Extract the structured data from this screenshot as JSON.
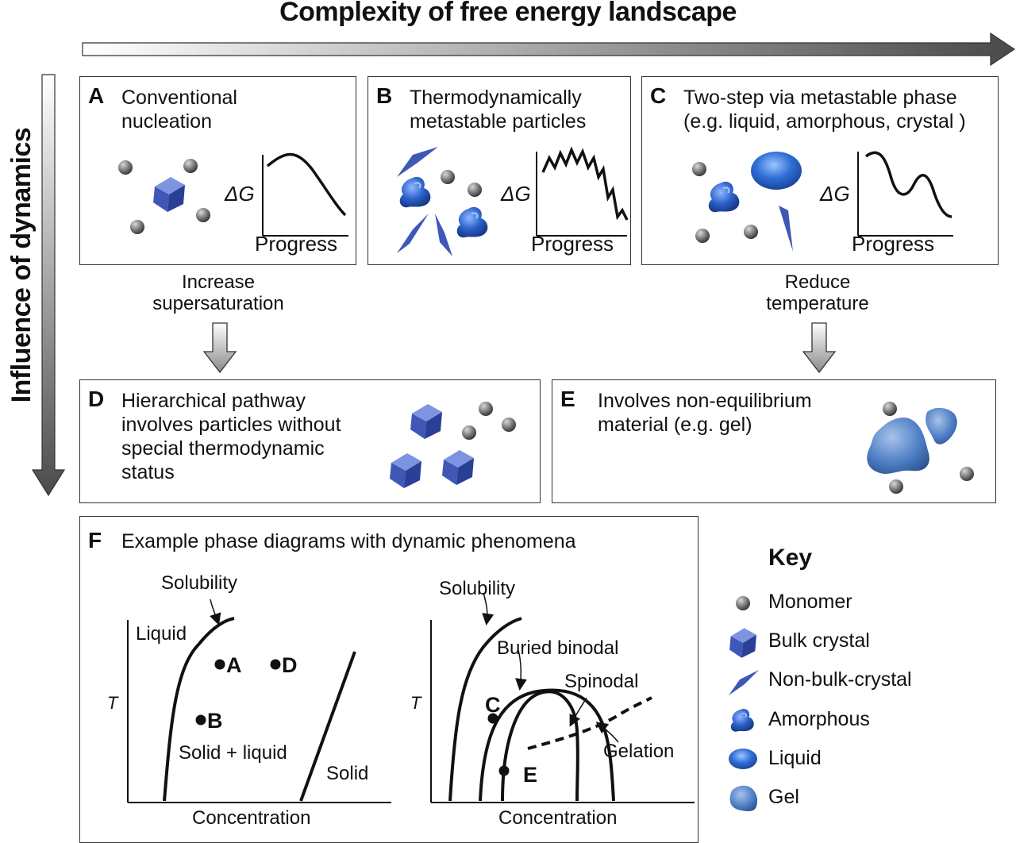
{
  "header": {
    "title": "Complexity of free energy landscape"
  },
  "side": {
    "title": "Influence of dynamics"
  },
  "panels": {
    "a": {
      "letter": "A",
      "title": "Conventional\nnucleation",
      "ylabel": "ΔG",
      "xlabel": "Progress"
    },
    "b": {
      "letter": "B",
      "title": "Thermodynamically\nmetastable particles",
      "ylabel": "ΔG",
      "xlabel": "Progress"
    },
    "c": {
      "letter": "C",
      "title": "Two-step via metastable phase\n(e.g. liquid, amorphous, crystal )",
      "ylabel": "ΔG",
      "xlabel": "Progress"
    },
    "d": {
      "letter": "D",
      "title": "Hierarchical pathway\ninvolves particles without\nspecial thermodynamic\nstatus"
    },
    "e": {
      "letter": "E",
      "title": "Involves non-equilibrium\nmaterial (e.g. gel)"
    },
    "f": {
      "letter": "F",
      "title": "Example phase diagrams with dynamic phenomena"
    }
  },
  "arrows": {
    "left": "Increase\nsupersaturation",
    "right": "Reduce\ntemperature"
  },
  "diagram1": {
    "solubility": "Solubility",
    "liquid": "Liquid",
    "point_a": "A",
    "point_d": "D",
    "point_b": "B",
    "solid_liquid": "Solid + liquid",
    "solid": "Solid",
    "ylabel": "T",
    "xlabel": "Concentration"
  },
  "diagram2": {
    "solubility": "Solubility",
    "buried_binodal": "Buried binodal",
    "spinodal": "Spinodal",
    "gelation": "Gelation",
    "point_c": "C",
    "point_e": "E",
    "ylabel": "T",
    "xlabel": "Concentration"
  },
  "key": {
    "title": "Key",
    "items": [
      {
        "label": "Monomer",
        "icon": "monomer-icon"
      },
      {
        "label": "Bulk crystal",
        "icon": "bulk-crystal-icon"
      },
      {
        "label": "Non-bulk-crystal",
        "icon": "non-bulk-crystal-icon"
      },
      {
        "label": "Amorphous",
        "icon": "amorphous-icon"
      },
      {
        "label": "Liquid",
        "icon": "liquid-icon"
      },
      {
        "label": "Gel",
        "icon": "gel-icon"
      }
    ]
  },
  "colors": {
    "blue": "#3f57b7",
    "liquid_blue": "#2f6fd6",
    "gray": "#777777"
  }
}
